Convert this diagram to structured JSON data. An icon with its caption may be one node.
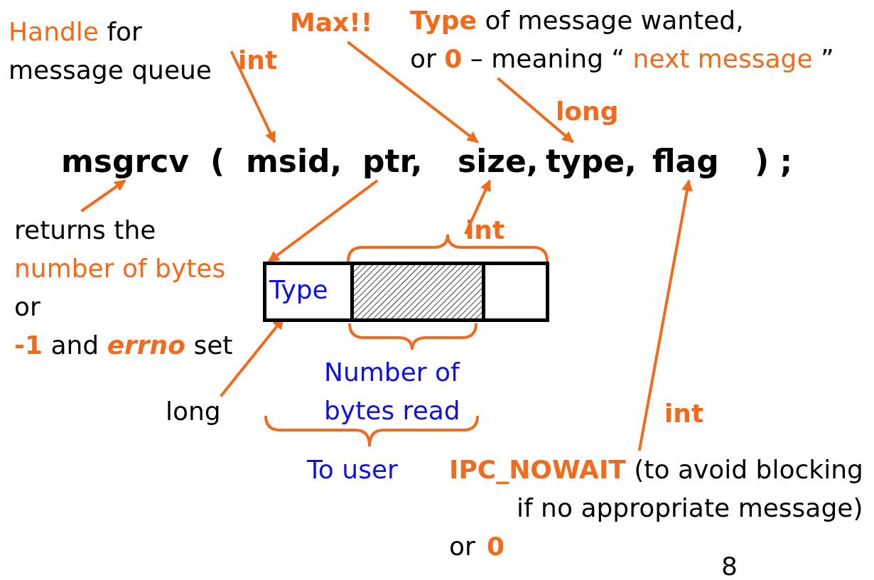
{
  "diagram": {
    "nodes": [
      {
        "text": [
          "Handle",
          "for message queue"
        ]
      },
      {
        "text": [
          "Max!!"
        ]
      },
      {
        "text": [
          "Type",
          "of message wanted,",
          "or",
          "0",
          "– meaning “",
          "next message",
          "”"
        ]
      },
      {
        "text": [
          "msgrcv"
        ]
      },
      {
        "text": [
          "msid,"
        ]
      },
      {
        "text": [
          "ptr,"
        ]
      },
      {
        "text": [
          "size,"
        ]
      },
      {
        "text": [
          "type,"
        ]
      },
      {
        "text": [
          "flag"
        ]
      },
      {
        "text": [
          "returns the",
          "number of bytes",
          "or",
          "-1",
          "and",
          "errno",
          "set"
        ]
      },
      {
        "text": [],
        "shape": "box"
      },
      {
        "text": [
          "Type"
        ],
        "in": 10
      },
      {
        "text": [],
        "shape": "box",
        "in": 10
      },
      {
        "text": [],
        "shape": "box",
        "in": 10
      },
      {
        "text": [
          "int"
        ]
      },
      {
        "text": [
          "long"
        ]
      },
      {
        "text": [
          "Number of bytes read"
        ]
      },
      {
        "text": [
          "To user"
        ]
      },
      {
        "text": [
          "IPC_NOWAIT",
          "(to avoid blocking if no appropriate message)"
        ]
      }
    ],
    "edges": [
      {
        "from": 0,
        "to": 4,
        "arrow": "to",
        "label": "int"
      },
      {
        "from": 1,
        "to": 6,
        "arrow": "to"
      },
      {
        "from": 2,
        "to": 7,
        "arrow": "to",
        "label": "long"
      },
      {
        "from": 9,
        "to": 3,
        "arrow": "to"
      },
      {
        "from": 5,
        "to": 10,
        "arrow": "to"
      },
      {
        "from": 14,
        "to": 6,
        "arrow": "to"
      },
      {
        "from": 15,
        "to": 11,
        "arrow": "to"
      },
      {
        "from": 18,
        "to": 8,
        "arrow": "to"
      }
    ],
    "labels": [
      "(",
      ") ;",
      "int",
      "or",
      "0",
      "8"
    ]
  }
}
